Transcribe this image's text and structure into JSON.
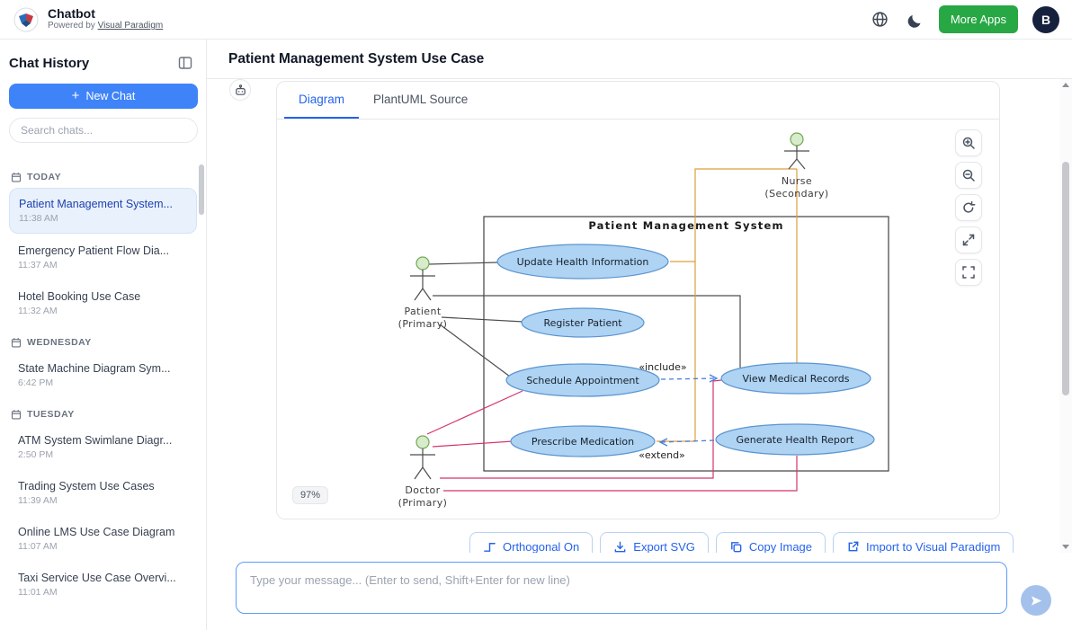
{
  "header": {
    "app_title": "Chatbot",
    "powered_by_prefix": "Powered by ",
    "powered_by_link": "Visual Paradigm",
    "more_apps_label": "More Apps",
    "avatar_initial": "B"
  },
  "sidebar": {
    "title": "Chat History",
    "new_chat_label": "New Chat",
    "plus_glyph": "+",
    "search_placeholder": "Search chats...",
    "groups": [
      {
        "label": "TODAY",
        "items": [
          {
            "title": "Patient Management System...",
            "time": "11:38 AM",
            "active": true
          },
          {
            "title": "Emergency Patient Flow Dia...",
            "time": "11:37 AM",
            "active": false
          },
          {
            "title": "Hotel Booking Use Case",
            "time": "11:32 AM",
            "active": false
          }
        ]
      },
      {
        "label": "WEDNESDAY",
        "items": [
          {
            "title": "State Machine Diagram Sym...",
            "time": "6:42 PM",
            "active": false
          }
        ]
      },
      {
        "label": "TUESDAY",
        "items": [
          {
            "title": "ATM System Swimlane Diagr...",
            "time": "2:50 PM",
            "active": false
          },
          {
            "title": "Trading System Use Cases",
            "time": "11:39 AM",
            "active": false
          },
          {
            "title": "Online LMS Use Case Diagram",
            "time": "11:07 AM",
            "active": false
          },
          {
            "title": "Taxi Service Use Case Overvi...",
            "time": "11:01 AM",
            "active": false
          }
        ]
      }
    ]
  },
  "main": {
    "page_title": "Patient Management System Use Case",
    "tabs": [
      {
        "label": "Diagram",
        "active": true
      },
      {
        "label": "PlantUML Source",
        "active": false
      }
    ],
    "zoom_level": "97%",
    "actions": [
      {
        "label": "Orthogonal On",
        "icon": "orthogonal-route-icon"
      },
      {
        "label": "Export SVG",
        "icon": "download-icon"
      },
      {
        "label": "Copy Image",
        "icon": "copy-icon"
      },
      {
        "label": "Import to Visual Paradigm",
        "icon": "external-link-icon"
      }
    ]
  },
  "diagram": {
    "system_title": "Patient Management System",
    "actors": [
      {
        "name": "Nurse",
        "role": "(Secondary)"
      },
      {
        "name": "Patient",
        "role": "(Primary)"
      },
      {
        "name": "Doctor",
        "role": "(Primary)"
      }
    ],
    "use_cases": [
      "Update Health Information",
      "Register Patient",
      "Schedule Appointment",
      "View Medical Records",
      "Prescribe Medication",
      "Generate Health Report"
    ],
    "relations": [
      {
        "label": "«include»"
      },
      {
        "label": "«extend»"
      }
    ]
  },
  "composer": {
    "placeholder": "Type your message... (Enter to send, Shift+Enter for new line)"
  },
  "colors": {
    "accent_blue": "#3f83f8",
    "active_tab_blue": "#2563eb",
    "more_apps_green": "#28a745",
    "avatar_navy": "#16213e",
    "usecase_fill": "#aed3f3",
    "usecase_stroke": "#5b94cf",
    "actor_head_fill": "#d7eccb",
    "actor_head_stroke": "#74a857",
    "patient_line": "#4d4d4d",
    "nurse_line_orange": "#dd9f3e",
    "doctor_line_pink": "#d6336c",
    "relation_blue": "#4a7fd9"
  }
}
